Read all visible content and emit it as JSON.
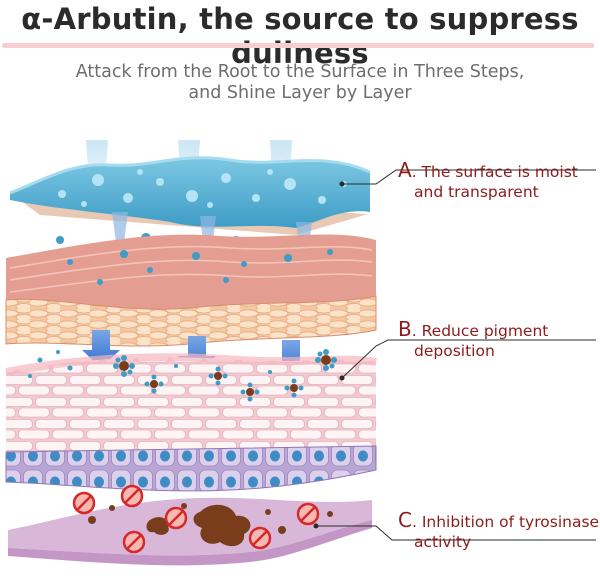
{
  "header": {
    "title": "α-Arbutin, the source to suppress dullness",
    "subtitle_line1": "Attack from the Root to the Surface in Three Steps,",
    "subtitle_line2": "and Shine Layer by Layer"
  },
  "callouts": [
    {
      "letter": "A",
      "line1": ". The surface is moist",
      "line2": "and transparent"
    },
    {
      "letter": "B",
      "line1": ". Reduce pigment",
      "line2": "deposition"
    },
    {
      "letter": "C",
      "line1": ". Inhibition of tyrosinase",
      "line2": "activity"
    }
  ],
  "colors": {
    "accent_red": "#8e1b1b",
    "water_blue": "#4fb2d6",
    "skin_pink": "#e9a79c",
    "pigment_brown": "#7a3d1c",
    "base_lilac": "#c9a3cf"
  }
}
